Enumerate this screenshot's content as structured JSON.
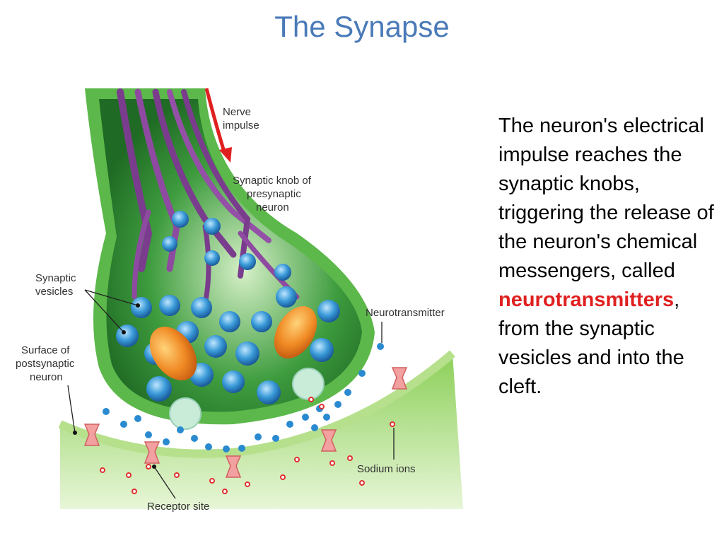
{
  "slide": {
    "title": "The Synapse",
    "text_before": "The neuron's electrical impulse reaches the synaptic knobs, triggering the release of the neuron's chemical messengers, called ",
    "highlight": "neurotransmitters",
    "text_after": ", from the synaptic vesicles and into the cleft.",
    "highlight_color": "#e02020",
    "title_color": "#4a7ab8"
  },
  "diagram": {
    "labels": {
      "nerve_impulse_1": "Nerve",
      "nerve_impulse_2": "impulse",
      "knob_1": "Synaptic knob of",
      "knob_2": "presynaptic",
      "knob_3": "neuron",
      "vesicles_1": "Synaptic",
      "vesicles_2": "vesicles",
      "neurotransmitter": "Neurotransmitter",
      "surface_1": "Surface of",
      "surface_2": "postsynaptic",
      "surface_3": "neuron",
      "sodium": "Sodium ions",
      "receptor": "Receptor site"
    }
  }
}
